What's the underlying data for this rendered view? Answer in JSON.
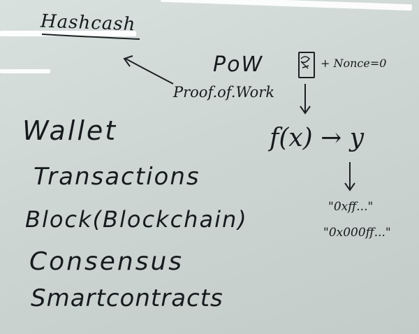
{
  "board": {
    "hashcash": "Hashcash",
    "pow": "PoW",
    "proof_of_work": "Proof.of.Work",
    "nonce": "+ Nonce=0",
    "formula": "f(x) → y",
    "output_1": "\"0xff...\"",
    "output_2": "\"0x000ff...\"",
    "list": [
      "Wallet",
      "Transactions",
      "Block(Blockchain)",
      "Consensus",
      "Smartcontracts"
    ]
  }
}
